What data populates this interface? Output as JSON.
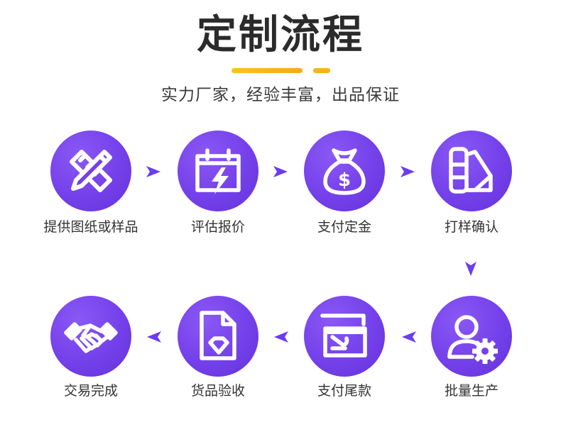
{
  "header": {
    "title": "定制流程",
    "subtitle": "实力厂家，经验丰富，出品保证"
  },
  "steps": [
    {
      "label": "提供图纸或样品",
      "icon": "ruler-pencil-icon"
    },
    {
      "label": "评估报价",
      "icon": "calendar-lightning-icon"
    },
    {
      "label": "支付定金",
      "icon": "money-bag-icon"
    },
    {
      "label": "打样确认",
      "icon": "color-swatch-icon"
    },
    {
      "label": "批量生产",
      "icon": "user-gear-icon"
    },
    {
      "label": "支付尾款",
      "icon": "payment-card-icon"
    },
    {
      "label": "货品验收",
      "icon": "document-gem-icon"
    },
    {
      "label": "交易完成",
      "icon": "handshake-icon"
    }
  ],
  "colors": {
    "accent": "#7440ea",
    "accent_light": "#8a58f5",
    "highlight": "#f8c41c",
    "arrow": "#6b3cf0",
    "title": "#2b2b2b"
  }
}
